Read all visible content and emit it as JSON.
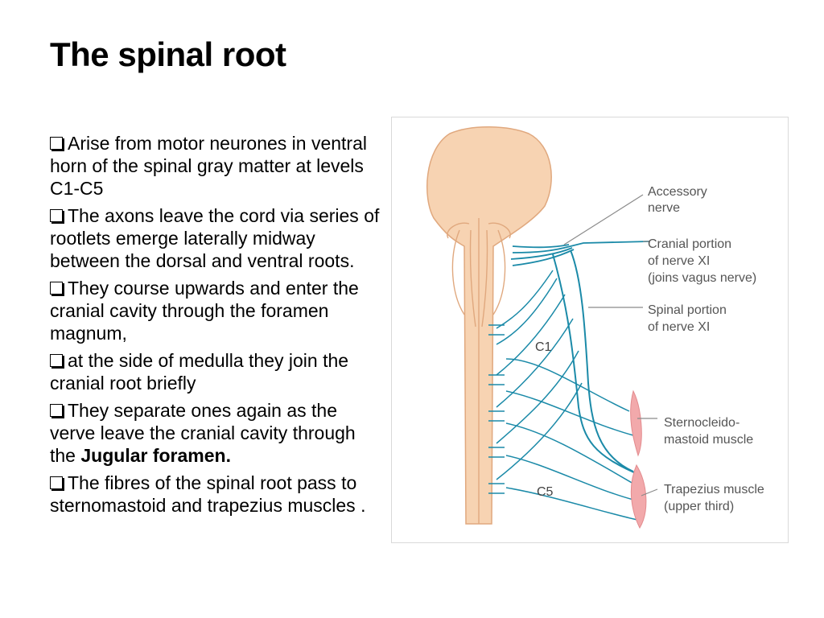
{
  "slide": {
    "title": "The spinal root"
  },
  "bullets": [
    {
      "text": "Arise from motor neurones in ventral horn of the spinal gray matter at levels C1-C5"
    },
    {
      "text": "The axons leave the cord via series of rootlets emerge laterally midway between the dorsal and ventral roots."
    },
    {
      "text": "They course upwards and enter the cranial cavity through the foramen magnum,"
    },
    {
      "text": "at the side of medulla they join the cranial root briefly"
    },
    {
      "text": "They separate ones again as the verve leave the cranial cavity through the ",
      "bold": "Jugular foramen."
    },
    {
      "text": "The fibres of the spinal root pass to sternomastoid and trapezius muscles ."
    }
  ],
  "bullet_icon": "hollow-square-bullet-icon",
  "diagram": {
    "labels": {
      "accessory_1": "Accessory",
      "accessory_2": "nerve",
      "cranial_1": "Cranial portion",
      "cranial_2": "of nerve XI",
      "cranial_3": "(joins vagus nerve)",
      "spinal_1": "Spinal portion",
      "spinal_2": "of nerve XI",
      "scm_1": "Sternocleido-",
      "scm_2": "mastoid muscle",
      "trap_1": "Trapezius muscle",
      "trap_2": "(upper third)",
      "c1": "C1",
      "c5": "C5"
    },
    "colors": {
      "brainstem": "#f7d3b2",
      "brainstem_outline": "#e0a87e",
      "nerve": "#1b8aa8",
      "muscle": "#f2a9ab",
      "leader": "#8a8a8a"
    }
  }
}
